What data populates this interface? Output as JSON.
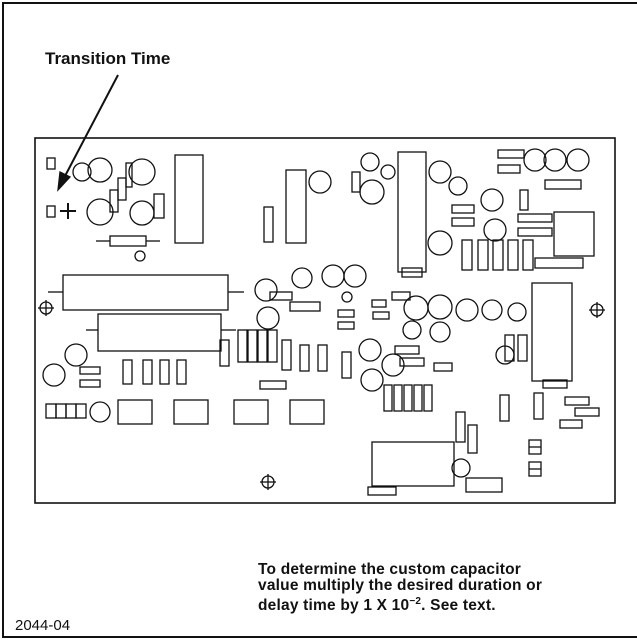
{
  "figure": {
    "callout_label": "Transition Time",
    "caption_line1": "To determine the custom capacitor",
    "caption_line2": "value multiply the desired duration or",
    "caption_line3_prefix": "delay time by 1 X 10",
    "caption_line3_exponent": "−2",
    "caption_line3_suffix": ". See text.",
    "figure_number": "2044-04"
  },
  "colors": {
    "ink": "#111111",
    "background": "#ffffff"
  },
  "icons": [
    "arrow-icon",
    "plus-icon",
    "mounting-hole-icon"
  ]
}
